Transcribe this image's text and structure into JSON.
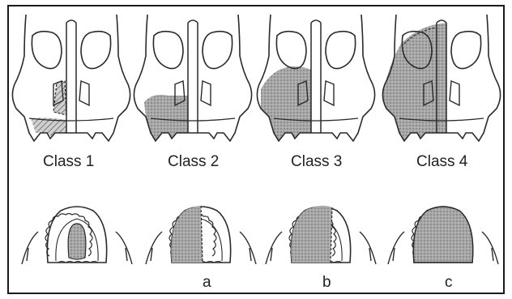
{
  "figure": {
    "top_labels": [
      "Class 1",
      "Class 2",
      "Class 3",
      "Class 4"
    ],
    "bottom_labels": [
      "a",
      "b",
      "c"
    ]
  },
  "colors": {
    "line": "#2a2a2a",
    "shade": "#9c9c9c",
    "frame": "#1a1a1a",
    "background": "#ffffff"
  },
  "icons": [
    "skull-front-diagram",
    "palate-arch-diagram"
  ]
}
